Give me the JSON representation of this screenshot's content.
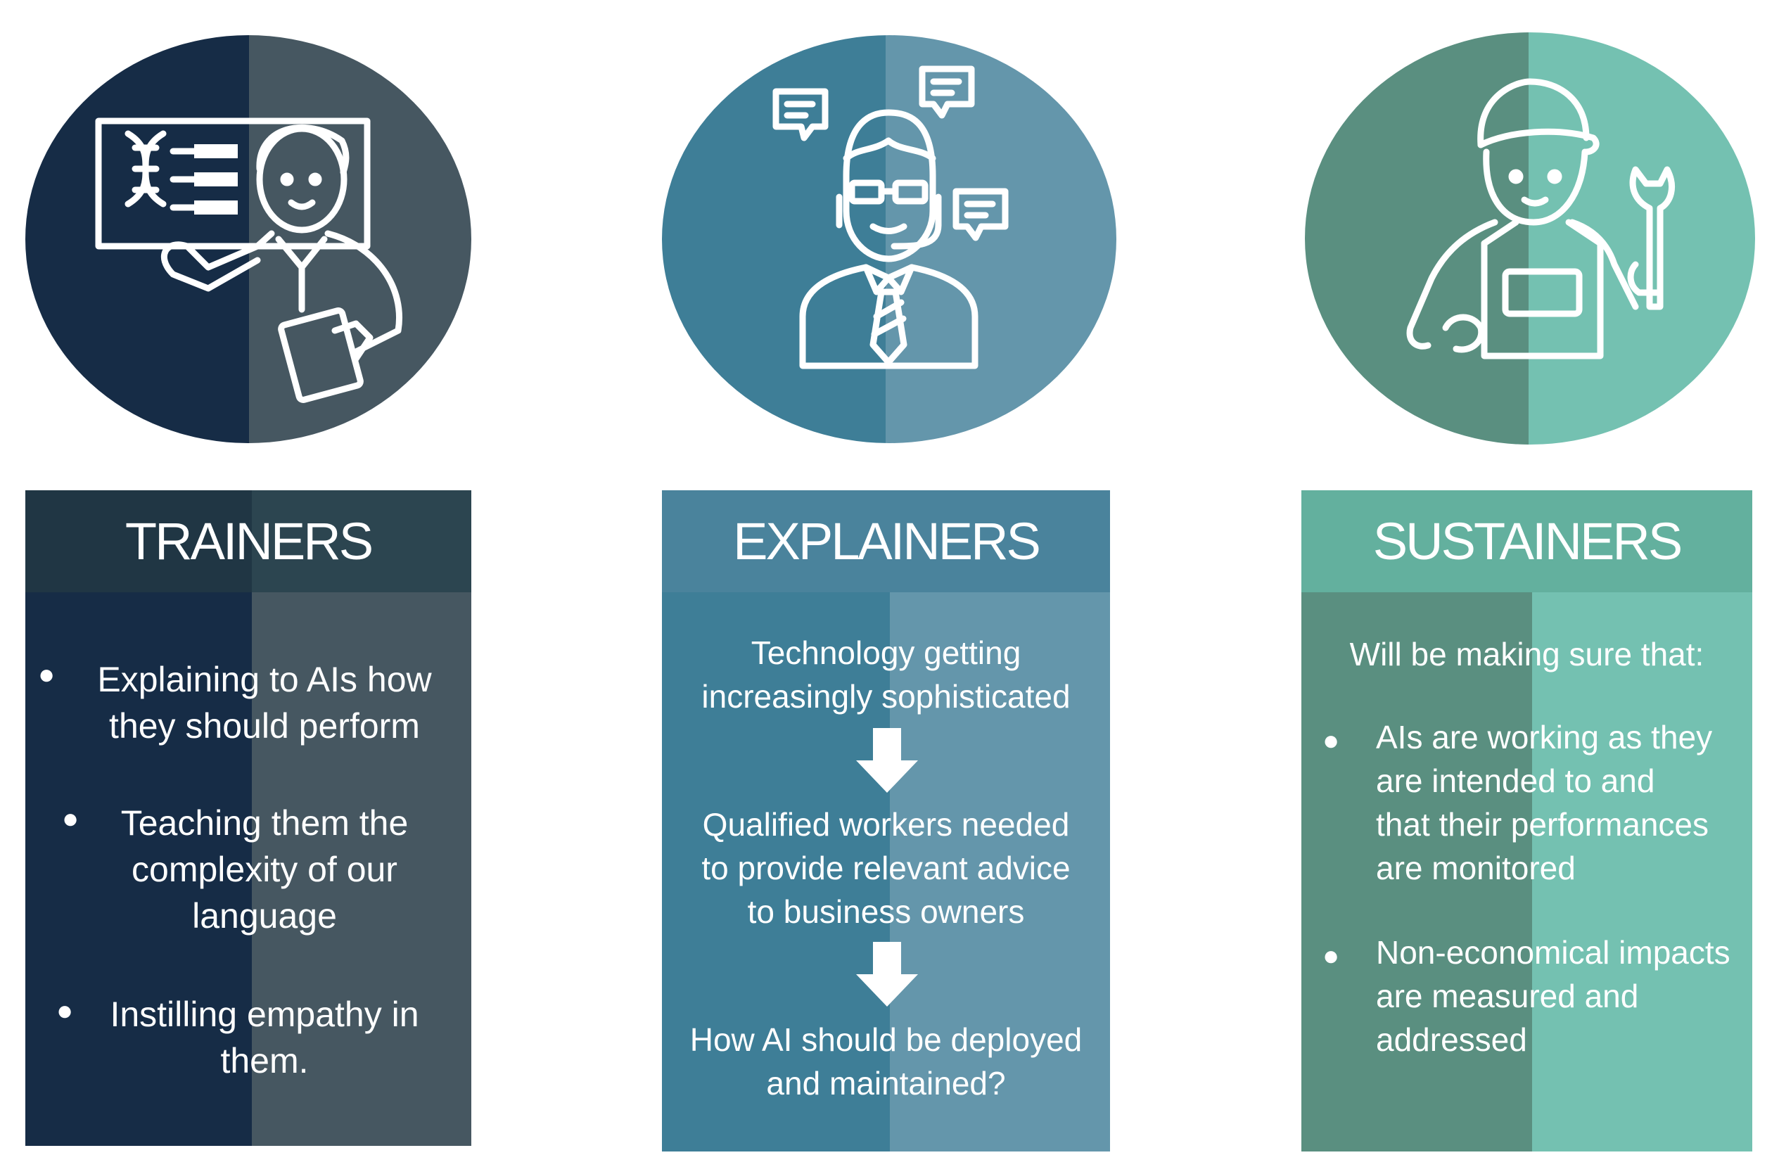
{
  "colors": {
    "trainers_dark": "#162c46",
    "trainers_light": "#465761",
    "trainers_header_dark": "#203644",
    "trainers_header_light": "#2c4550",
    "explainers_dark": "#3e7e97",
    "explainers_light": "#6496ab",
    "explainers_header": "#4a839c",
    "sustainers_dark": "#5a8f80",
    "sustainers_light": "#74c1b1",
    "sustainers_header": "#63b09e",
    "text": "#ffffff"
  },
  "icons": {
    "trainers": "teacher-presenting-dna-icon",
    "explainers": "support-agent-headset-icon",
    "sustainers": "mechanic-with-wrench-icon",
    "arrow": "down-arrow-icon"
  },
  "trainers": {
    "title": "TRAINERS",
    "bullets": [
      [
        "Explaining to AIs how",
        "they should perform"
      ],
      [
        "Teaching them the",
        "complexity of our",
        "language"
      ],
      [
        "Instilling empathy in",
        "them."
      ]
    ]
  },
  "explainers": {
    "title": "EXPLAINERS",
    "steps": [
      [
        "Technology getting",
        "increasingly sophisticated"
      ],
      [
        "Qualified workers needed",
        "to provide relevant advice",
        "to business owners"
      ],
      [
        "How AI should be deployed",
        "and maintained?"
      ]
    ]
  },
  "sustainers": {
    "title": "SUSTAINERS",
    "intro": "Will be making sure that:",
    "bullets": [
      [
        "AIs are working as they",
        "are intended to and",
        "that their performances",
        "are monitored"
      ],
      [
        "Non-economical impacts",
        "are measured and",
        "addressed"
      ]
    ]
  }
}
